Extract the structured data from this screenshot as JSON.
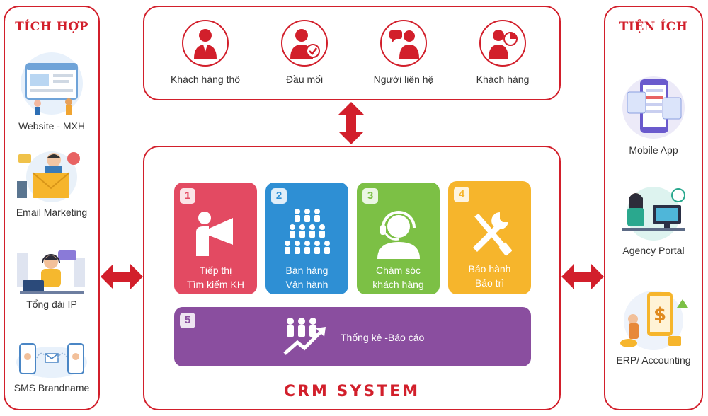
{
  "colors": {
    "accent": "#d21f2b",
    "tile1": "#e34a62",
    "tile2": "#2e8fd4",
    "tile3": "#7cc045",
    "tile4": "#f6b52c",
    "tile5": "#8a4e9f"
  },
  "left_panel": {
    "title": "TÍCH HỢP",
    "items": [
      {
        "label": "Website - MXH",
        "icon": "website-illustration"
      },
      {
        "label": "Email Marketing",
        "icon": "email-illustration"
      },
      {
        "label": "Tổng đài IP",
        "icon": "call-center-illustration"
      },
      {
        "label": "SMS Brandname",
        "icon": "sms-illustration"
      }
    ]
  },
  "right_panel": {
    "title": "TIỆN ÍCH",
    "items": [
      {
        "label": "Mobile App",
        "icon": "mobile-app-illustration"
      },
      {
        "label": "Agency Portal",
        "icon": "agency-portal-illustration"
      },
      {
        "label": "ERP/ Accounting",
        "icon": "accounting-illustration"
      }
    ]
  },
  "top_panel": {
    "roles": [
      {
        "label": "Khách hàng thô",
        "icon": "person-icon"
      },
      {
        "label": "Đầu mối",
        "icon": "person-check-icon"
      },
      {
        "label": "Người liên hệ",
        "icon": "person-chat-icon"
      },
      {
        "label": "Khách hàng",
        "icon": "person-chart-icon"
      }
    ]
  },
  "modules": [
    {
      "number": "1",
      "line1": "Tiếp thị",
      "line2": "Tìm kiếm KH",
      "icon": "megaphone-icon"
    },
    {
      "number": "2",
      "line1": "Bán hàng",
      "line2": "Vận hành",
      "icon": "team-pyramid-icon"
    },
    {
      "number": "3",
      "line1": "Chăm sóc",
      "line2": "khách hàng",
      "icon": "headset-icon"
    },
    {
      "number": "4",
      "line1": "Bảo hành",
      "line2": "Bảo trì",
      "icon": "tools-icon"
    },
    {
      "number": "5",
      "line1": "Thống kê -Báo cáo",
      "icon": "growth-chart-icon"
    }
  ],
  "system_title": "CRM SYSTEM"
}
